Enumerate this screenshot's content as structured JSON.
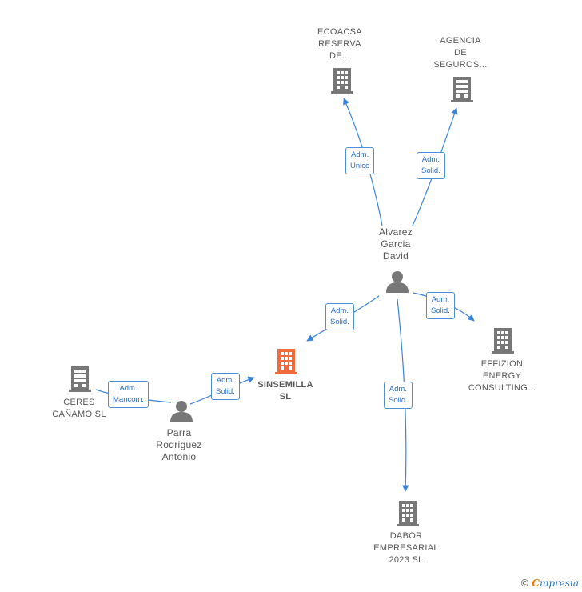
{
  "colors": {
    "company": "#777777",
    "main_company": "#f26a3b",
    "person": "#777777",
    "edge": "#3a85d8",
    "badge_text": "#2a6fbf"
  },
  "nodes": {
    "ecoacsa": {
      "lines": [
        "ECOACSA",
        "RESERVA",
        "DE..."
      ],
      "icon": "building-icon"
    },
    "agencia": {
      "lines": [
        "AGENCIA",
        "DE",
        "SEGUROS..."
      ],
      "icon": "building-icon"
    },
    "alvarez": {
      "lines": [
        "Alvarez",
        "Garcia",
        "David"
      ],
      "icon": "person-icon"
    },
    "effizion": {
      "lines": [
        "EFFIZION",
        "ENERGY",
        "CONSULTING..."
      ],
      "icon": "building-icon"
    },
    "sinsemilla": {
      "lines": [
        "SINSEMILLA",
        "SL"
      ],
      "icon": "building-icon"
    },
    "ceres": {
      "lines": [
        "CERES",
        "CAÑAMO  SL"
      ],
      "icon": "building-icon"
    },
    "parra": {
      "lines": [
        "Parra",
        "Rodriguez",
        "Antonio"
      ],
      "icon": "person-icon"
    },
    "dabor": {
      "lines": [
        "DABOR",
        "EMPRESARIAL",
        "2023  SL"
      ],
      "icon": "building-icon"
    }
  },
  "edges": {
    "alvarez_ecoacsa": {
      "lines": [
        "Adm.",
        "Unico"
      ]
    },
    "alvarez_agencia": {
      "lines": [
        "Adm.",
        "Solid."
      ]
    },
    "alvarez_sinsemilla": {
      "lines": [
        "Adm.",
        "Solid."
      ]
    },
    "alvarez_effizion": {
      "lines": [
        "Adm.",
        "Solid."
      ]
    },
    "alvarez_dabor": {
      "lines": [
        "Adm.",
        "Solid."
      ]
    },
    "parra_ceres": {
      "lines": [
        "Adm.",
        "Mancom."
      ]
    },
    "parra_sinsemilla": {
      "lines": [
        "Adm.",
        "Solid."
      ]
    }
  },
  "footer": {
    "copyright": "©",
    "brand_initial": "C",
    "brand_rest": "mpresia"
  }
}
